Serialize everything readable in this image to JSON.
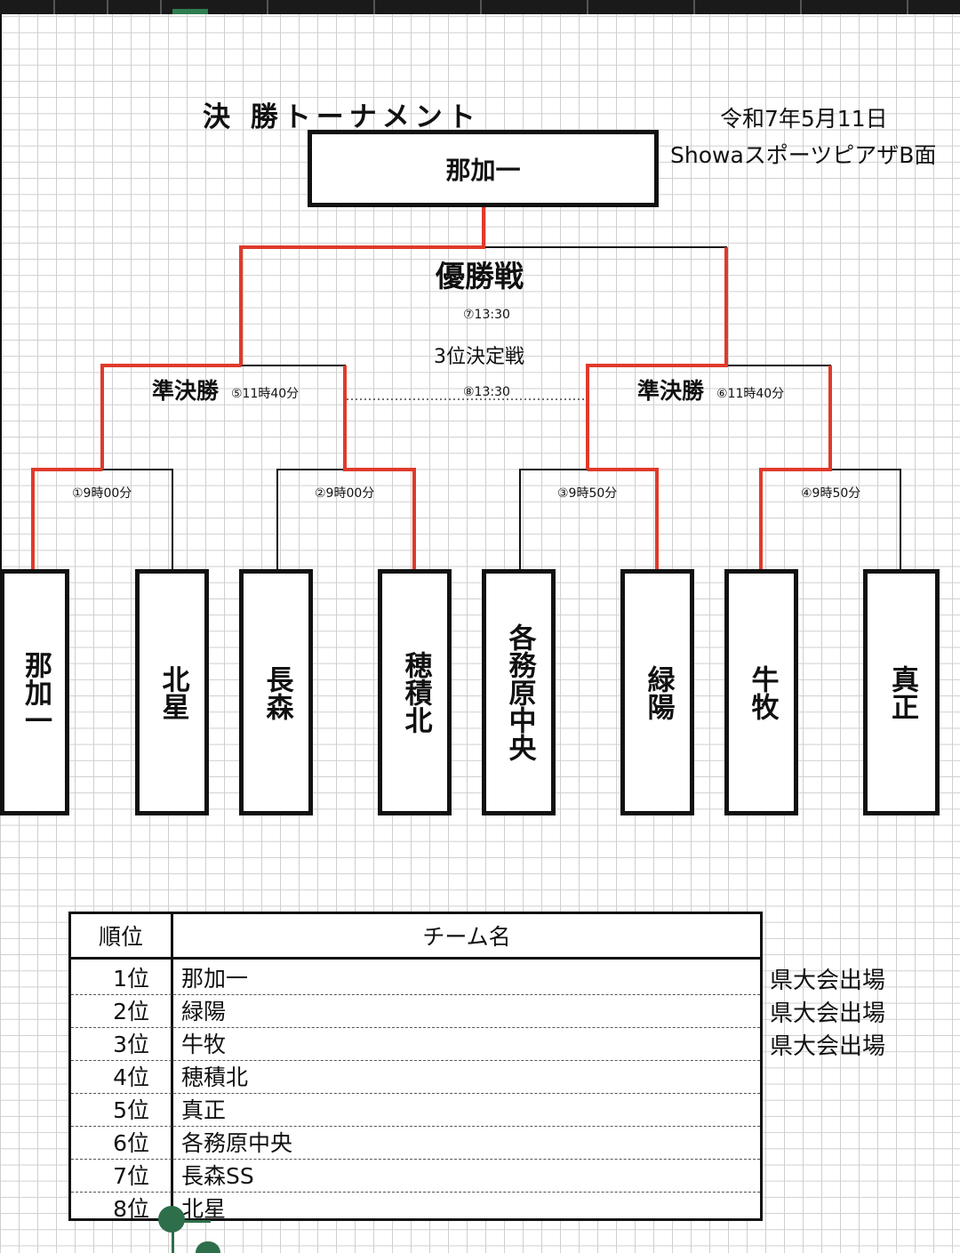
{
  "header": {
    "title": "決 勝トーナメント",
    "date": "令和7年5月11日",
    "venue": "ShowaスポーツピアザB面"
  },
  "champion": "那加一",
  "final": {
    "label": "優勝戦",
    "time": "⑦13:30"
  },
  "third_place": {
    "label": "3位決定戦",
    "time": "⑧13:30"
  },
  "semifinals": [
    {
      "label": "準決勝",
      "time": "⑤11時40分"
    },
    {
      "label": "準決勝",
      "time": "⑥11時40分"
    }
  ],
  "first_round": [
    {
      "time": "①9時00分"
    },
    {
      "time": "②9時00分"
    },
    {
      "time": "③9時50分"
    },
    {
      "time": "④9時50分"
    }
  ],
  "teams": [
    "那加一",
    "北星",
    "長森",
    "穂積北",
    "各務原中央",
    "緑陽",
    "牛牧",
    "真正"
  ],
  "results": {
    "rank_header": "順位",
    "team_header": "チーム名",
    "rows": [
      {
        "rank": "1位",
        "team": "那加一",
        "note": "県大会出場"
      },
      {
        "rank": "2位",
        "team": "緑陽",
        "note": "県大会出場"
      },
      {
        "rank": "3位",
        "team": "牛牧",
        "note": "県大会出場"
      },
      {
        "rank": "4位",
        "team": "穂積北",
        "note": ""
      },
      {
        "rank": "5位",
        "team": "真正",
        "note": ""
      },
      {
        "rank": "6位",
        "team": "各務原中央",
        "note": ""
      },
      {
        "rank": "7位",
        "team": "長森SS",
        "note": ""
      },
      {
        "rank": "8位",
        "team": "北星",
        "note": ""
      }
    ]
  },
  "colors": {
    "winner_line": "#e03a2b",
    "line": "#111111",
    "grid": "#cfcfcf",
    "selection_handle": "#2e6e4a"
  }
}
